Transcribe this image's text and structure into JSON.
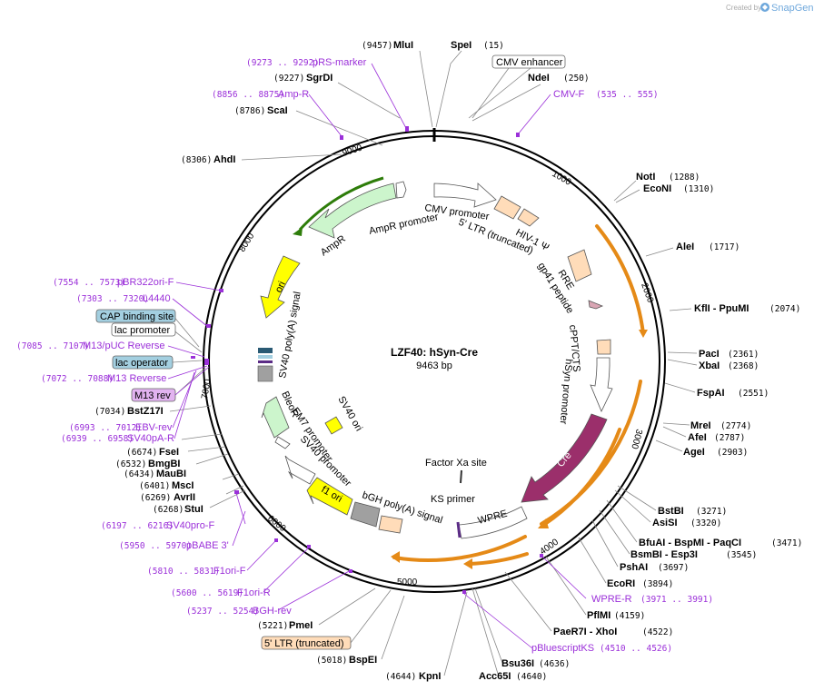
{
  "header": {
    "created_by": "Created by",
    "brand": "SnapGene"
  },
  "map": {
    "title": "LZF40: hSyn-Cre",
    "length": "9463 bp"
  },
  "ticks": [
    "1000",
    "2000",
    "3000",
    "4000",
    "5000",
    "6000",
    "7000",
    "8000",
    "9000"
  ],
  "sites": [
    {
      "name": "MluI",
      "pos": "(9457)"
    },
    {
      "name": "SpeI",
      "pos": "(15)"
    },
    {
      "name": "SgrDI",
      "pos": "(9227)"
    },
    {
      "name": "NdeI",
      "pos": "(250)"
    },
    {
      "name": "ScaI",
      "pos": "(8786)"
    },
    {
      "name": "AhdI",
      "pos": "(8306)"
    },
    {
      "name": "NotI",
      "pos": "(1288)"
    },
    {
      "name": "EcoNI",
      "pos": "(1310)"
    },
    {
      "name": "AleI",
      "pos": "(1717)"
    },
    {
      "name": "KflI  - PpuMI",
      "pos": "(2074)"
    },
    {
      "name": "PacI",
      "pos": "(2361)"
    },
    {
      "name": "XbaI",
      "pos": "(2368)"
    },
    {
      "name": "FspAI",
      "pos": "(2551)"
    },
    {
      "name": "MreI",
      "pos": "(2774)"
    },
    {
      "name": "AfeI",
      "pos": "(2787)"
    },
    {
      "name": "AgeI",
      "pos": "(2903)"
    },
    {
      "name": "BstBI",
      "pos": "(3271)"
    },
    {
      "name": "AsiSI",
      "pos": "(3320)"
    },
    {
      "name": "BfuAI  - BspMI  - PaqCI",
      "pos": "(3471)"
    },
    {
      "name": "BsmBI  - Esp3I",
      "pos": "(3545)"
    },
    {
      "name": "PshAI",
      "pos": "(3697)"
    },
    {
      "name": "EcoRI",
      "pos": "(3894)"
    },
    {
      "name": "PflMI",
      "pos": "(4159)"
    },
    {
      "name": "PaeR7I  - XhoI",
      "pos": "(4522)"
    },
    {
      "name": "Bsu36I",
      "pos": "(4636)"
    },
    {
      "name": "Acc65I",
      "pos": "(4640)"
    },
    {
      "name": "KpnI",
      "pos": "(4644)"
    },
    {
      "name": "BspEI",
      "pos": "(5018)"
    },
    {
      "name": "PmeI",
      "pos": "(5221)"
    },
    {
      "name": "StuI",
      "pos": "(6268)"
    },
    {
      "name": "AvrII",
      "pos": "(6269)"
    },
    {
      "name": "MscI",
      "pos": "(6401)"
    },
    {
      "name": "MauBI",
      "pos": "(6434)"
    },
    {
      "name": "BmgBI",
      "pos": "(6532)"
    },
    {
      "name": "FseI",
      "pos": "(6674)"
    },
    {
      "name": "BstZ17I",
      "pos": "(7034)"
    }
  ],
  "primers": [
    {
      "name": "pRS-marker",
      "pos": "(9273 .. 9292)"
    },
    {
      "name": "Amp-R",
      "pos": "(8856 .. 8875)"
    },
    {
      "name": "CMV-F",
      "pos": "(535 .. 555)"
    },
    {
      "name": "pBR322ori-F",
      "pos": "(7554 .. 7573)"
    },
    {
      "name": "L4440",
      "pos": "(7303 .. 7320)"
    },
    {
      "name": "M13/pUC Reverse",
      "pos": "(7085 .. 7107)"
    },
    {
      "name": "M13 Reverse",
      "pos": "(7072 .. 7088)"
    },
    {
      "name": "EBV-rev",
      "pos": "(6993 .. 7012)"
    },
    {
      "name": "SV40pA-R",
      "pos": "(6939 .. 6958)"
    },
    {
      "name": "SV40pro-F",
      "pos": "(6197 .. 6216)"
    },
    {
      "name": "pBABE 3'",
      "pos": "(5950 .. 5970)"
    },
    {
      "name": "F1ori-F",
      "pos": "(5810 .. 5831)"
    },
    {
      "name": "F1ori-R",
      "pos": "(5600 .. 5619)"
    },
    {
      "name": "BGH-rev",
      "pos": "(5237 .. 5254)"
    },
    {
      "name": "WPRE-R",
      "pos": "(3971 .. 3991)"
    },
    {
      "name": "pBluescriptKS",
      "pos": "(4510 .. 4526)"
    }
  ],
  "boxed": {
    "cmv_enhancer": "CMV enhancer",
    "cap_site": "CAP binding site",
    "lac_promoter": "lac promoter",
    "lac_operator": "lac operator",
    "m13_rev": "M13 rev",
    "ltr_trunc": "5' LTR (truncated)"
  },
  "features": {
    "cmv_promoter": "CMV promoter",
    "ltr5": "5' LTR (truncated)",
    "hiv_psi": "HIV-1 Ψ",
    "rre": "RRE",
    "gp41": "gp41 peptide",
    "cppt": "cPPT/CTS",
    "hsyn": "hSyn promoter",
    "cre": "Cre",
    "factor_xa": "Factor Xa site",
    "ks_primer": "KS primer",
    "wpre": "WPRE",
    "bgh": "bGH poly(A) signal",
    "f1ori": "f1 ori",
    "sv40_promoter": "SV40 promoter",
    "em7": "EM7 promoter",
    "bleor": "BleoR",
    "sv40_ori": "SV40 ori",
    "sv40_polya": "SV40 poly(A) signal",
    "ori": "ori",
    "ampr": "AmpR",
    "ampr_promoter": "AmpR promoter"
  },
  "colors": {
    "primer": "#9b30d9",
    "cre": "#9b2f6b",
    "ori": "#ffff00",
    "ampr": "#ccf5cc",
    "orf_orange": "#e58a17",
    "ltr": "#ffdcb9",
    "gray": "#a0a0a0",
    "lac_op": "#a3cfe0",
    "m13": "#e2b3f0"
  }
}
